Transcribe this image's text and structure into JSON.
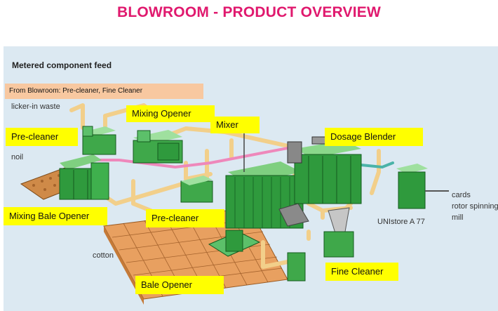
{
  "title": "BLOWROOM - PRODUCT OVERVIEW",
  "subtitle": "Metered component feed",
  "from_bar": "From Blowroom: Pre-cleaner, Fine Cleaner",
  "labels": {
    "licker_in_waste": "licker-in waste",
    "noil": "noil",
    "cotton": "cotton",
    "cards": "cards",
    "rotor_spinning": "rotor spinning",
    "mill": "mill",
    "unistore": "UNIstore A 77"
  },
  "machine_labels": {
    "mixing_opener": "Mixing Opener",
    "mixer": "Mixer",
    "pre_cleaner_left": "Pre-cleaner",
    "dosage_blender": "Dosage Blender",
    "mixing_bale_opener": "Mixing Bale Opener",
    "pre_cleaner_center": "Pre-cleaner",
    "fine_cleaner": "Fine Cleaner",
    "bale_opener": "Bale Opener"
  },
  "colors": {
    "title": "#e0196e",
    "label_bg": "#ffff00",
    "from_bar_bg": "#f8c8a0",
    "panel_bg": "#dce9f2",
    "machine_green": "#2f9a3d",
    "duct_tan": "#f2cf8a",
    "duct_pink": "#ee88bb",
    "duct_teal": "#4ab3a8",
    "bales": "#e8a060"
  }
}
